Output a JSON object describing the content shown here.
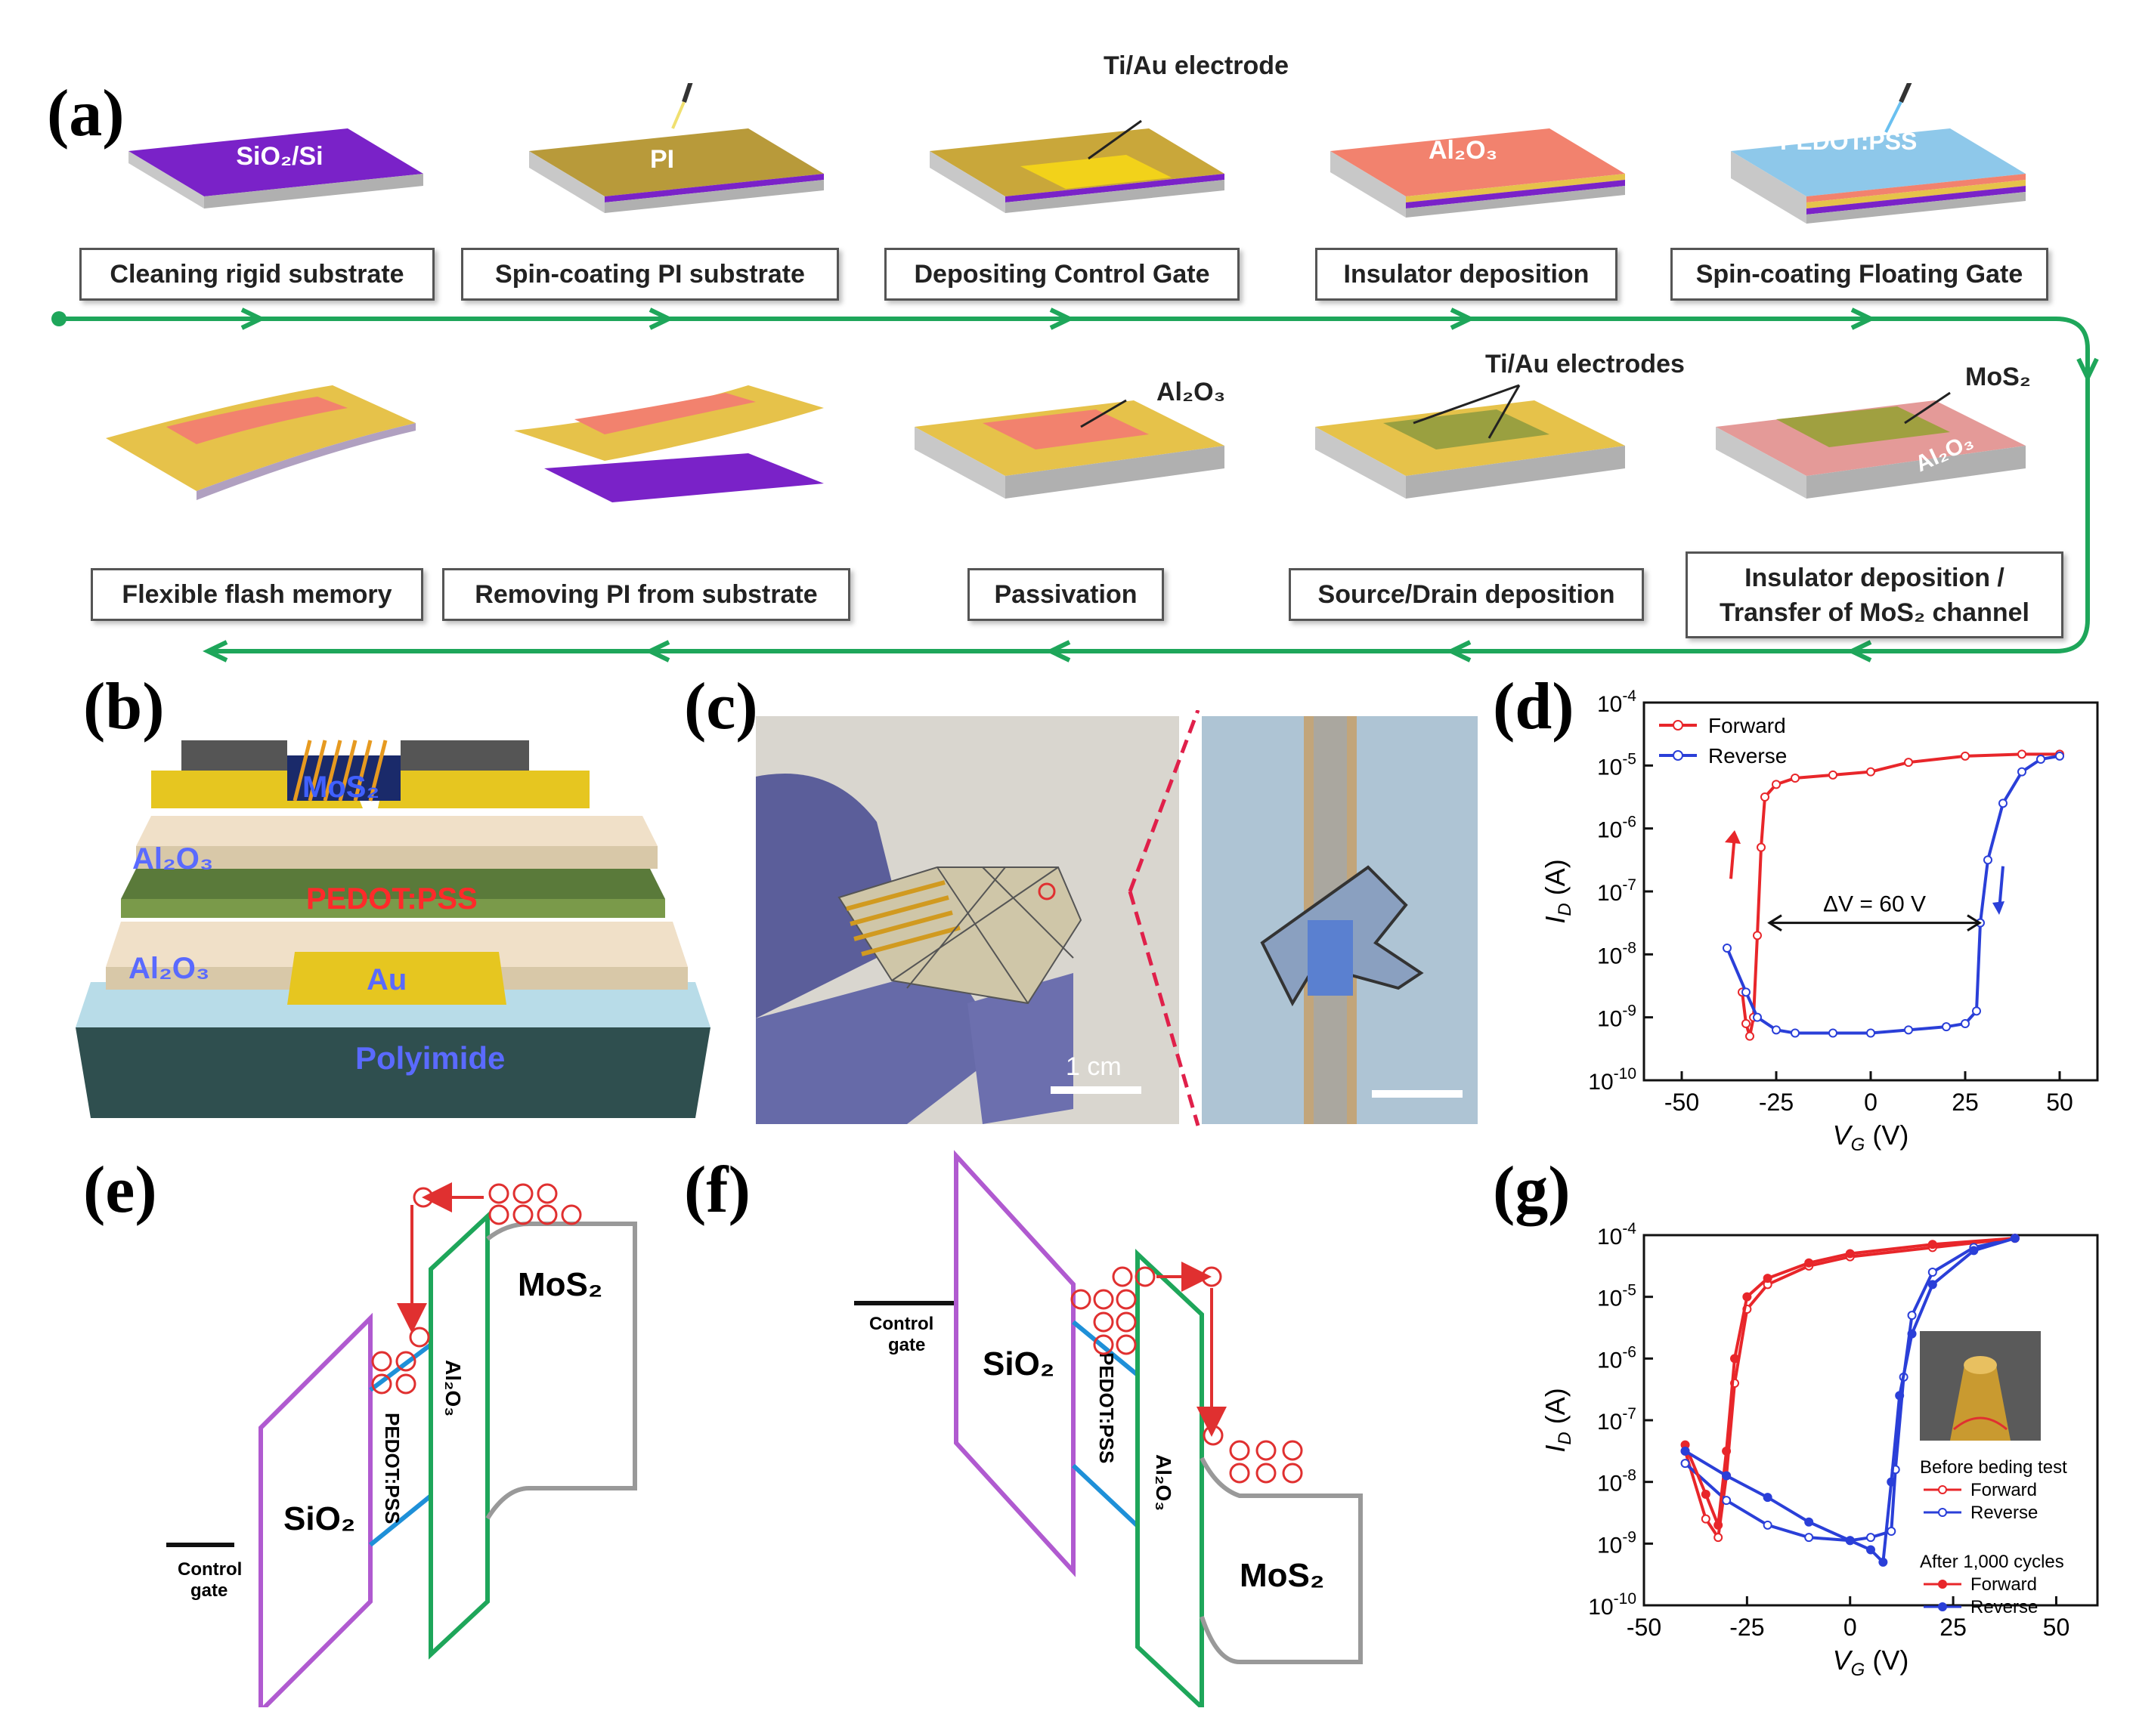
{
  "panels": {
    "a": "(a)",
    "b": "(b)",
    "c": "(c)",
    "d": "(d)",
    "e": "(e)",
    "f": "(f)",
    "g": "(g)"
  },
  "process": {
    "top_steps": [
      {
        "label": "Cleaning rigid substrate",
        "layer_text": "SiO₂/Si"
      },
      {
        "label": "Spin-coating PI substrate",
        "layer_text": "PI"
      },
      {
        "label": "Depositing Control Gate",
        "layer_text": ""
      },
      {
        "label": "Insulator deposition",
        "layer_text": "Al₂O₃"
      },
      {
        "label": "Spin-coating Floating Gate",
        "layer_text": "PEDOT:PSS"
      }
    ],
    "top_annotation": "Ti/Au electrode",
    "bottom_steps": [
      {
        "label": "Flexible flash memory"
      },
      {
        "label": "Removing PI from substrate"
      },
      {
        "label": "Passivation"
      },
      {
        "label": "Source/Drain deposition"
      },
      {
        "label_line1": "Insulator deposition /",
        "label_line2": "Transfer of MoS₂ channel"
      }
    ],
    "ann_al2o3": "Al₂O₃",
    "ann_tiau": "Ti/Au electrodes",
    "ann_mos2": "MoS₂",
    "ann_al2o3_layer": "Al₂O₃"
  },
  "device": {
    "mos2": "MoS₂",
    "al2o3_top": "Al₂O₃",
    "pedot": "PEDOT:PSS",
    "al2o3_bottom": "Al₂O₃",
    "au": "Au",
    "polyimide": "Polyimide"
  },
  "photo": {
    "scale": "1 cm"
  },
  "band_e": {
    "mos2": "MoS₂",
    "sio2": "SiO₂",
    "pedot": "PEDOT:PSS",
    "al2o3": "Al₂O₃",
    "gate1": "Control",
    "gate2": "gate"
  },
  "band_f": {
    "mos2": "MoS₂",
    "sio2": "SiO₂",
    "pedot": "PEDOT:PSS",
    "al2o3": "Al₂O₃",
    "gate1": "Control",
    "gate2": "gate"
  },
  "colors": {
    "forward": "#e8262a",
    "reverse": "#2a3fd8",
    "green": "#1ea65a",
    "purple": "#b05ad0"
  },
  "chart_data": [
    {
      "id": "d",
      "type": "line",
      "xlabel": "V_G (V)",
      "ylabel": "I_D (A)",
      "xlim": [
        -60,
        60
      ],
      "ylim_log10": [
        -10,
        -4
      ],
      "x_ticks": [
        "-50",
        "-25",
        "0",
        "25",
        "50"
      ],
      "y_ticks": [
        "10-4",
        "10-5",
        "10-6",
        "10-7",
        "10-8",
        "10-9",
        "10-10"
      ],
      "annotation": "ΔV = 60 V",
      "series": [
        {
          "name": "Forward",
          "x": [
            -34,
            -33,
            -32,
            -31,
            -30,
            -29,
            -28,
            -25,
            -20,
            -10,
            0,
            10,
            25,
            40,
            50
          ],
          "y": [
            -8.6,
            -9.1,
            -9.3,
            -9.0,
            -7.7,
            -6.3,
            -5.5,
            -5.3,
            -5.2,
            -5.15,
            -5.1,
            -4.95,
            -4.85,
            -4.82,
            -4.82
          ]
        },
        {
          "name": "Reverse",
          "x": [
            50,
            45,
            40,
            35,
            31,
            29,
            28,
            25,
            20,
            10,
            0,
            -10,
            -20,
            -25,
            -30,
            -33,
            -38
          ],
          "y": [
            -4.85,
            -4.9,
            -5.1,
            -5.6,
            -6.5,
            -7.5,
            -8.9,
            -9.1,
            -9.15,
            -9.2,
            -9.25,
            -9.25,
            -9.25,
            -9.2,
            -9.0,
            -8.6,
            -7.9
          ]
        }
      ]
    },
    {
      "id": "g",
      "type": "line",
      "xlabel": "V_G (V)",
      "ylabel": "I_D (A)",
      "xlim": [
        -50,
        60
      ],
      "ylim_log10": [
        -10,
        -4
      ],
      "x_ticks": [
        "-50",
        "-25",
        "0",
        "25",
        "50"
      ],
      "y_ticks": [
        "10-4",
        "10-5",
        "10-6",
        "10-7",
        "10-8",
        "10-9",
        "10-10"
      ],
      "legend_before": "Before beding test",
      "legend_after": "After 1,000 cycles",
      "series": [
        {
          "name": "Forward",
          "group": "before",
          "x": [
            -40,
            -35,
            -32,
            -30,
            -28,
            -25,
            -20,
            -10,
            0,
            20,
            40
          ],
          "y": [
            -7.5,
            -8.6,
            -8.9,
            -7.9,
            -6.4,
            -5.2,
            -4.8,
            -4.5,
            -4.35,
            -4.2,
            -4.05
          ]
        },
        {
          "name": "Reverse",
          "group": "before",
          "x": [
            40,
            30,
            20,
            15,
            13,
            11,
            10,
            5,
            0,
            -10,
            -20,
            -30,
            -40
          ],
          "y": [
            -4.05,
            -4.2,
            -4.6,
            -5.3,
            -6.3,
            -7.8,
            -8.8,
            -8.9,
            -8.95,
            -8.9,
            -8.7,
            -8.3,
            -7.7
          ]
        },
        {
          "name": "Forward",
          "group": "after",
          "x": [
            -40,
            -35,
            -32,
            -30,
            -28,
            -25,
            -20,
            -10,
            0,
            20,
            40
          ],
          "y": [
            -7.4,
            -8.2,
            -8.7,
            -7.5,
            -6.0,
            -5.0,
            -4.7,
            -4.45,
            -4.3,
            -4.15,
            -4.05
          ]
        },
        {
          "name": "Reverse",
          "group": "after",
          "x": [
            40,
            30,
            20,
            15,
            12,
            10,
            8,
            5,
            0,
            -10,
            -20,
            -30,
            -40
          ],
          "y": [
            -4.05,
            -4.25,
            -4.8,
            -5.6,
            -6.6,
            -8.0,
            -9.3,
            -9.1,
            -8.95,
            -8.65,
            -8.25,
            -7.9,
            -7.5
          ]
        }
      ]
    }
  ]
}
